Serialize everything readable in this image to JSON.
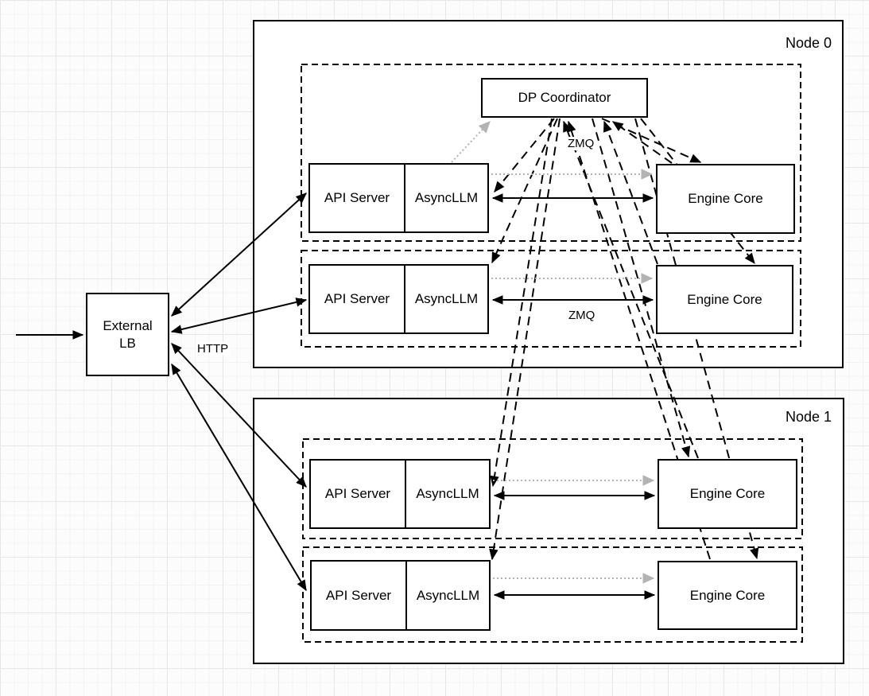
{
  "diagram": {
    "external_lb": {
      "line1": "External",
      "line2": "LB"
    },
    "dp_coordinator": {
      "label": "DP Coordinator"
    },
    "node0": {
      "label": "Node 0",
      "rows": [
        {
          "api_server": "API Server",
          "asyncllm": "AsyncLLM",
          "engine_core": "Engine Core"
        },
        {
          "api_server": "API Server",
          "asyncllm": "AsyncLLM",
          "engine_core": "Engine Core"
        }
      ]
    },
    "node1": {
      "label": "Node 1",
      "rows": [
        {
          "api_server": "API Server",
          "asyncllm": "AsyncLLM",
          "engine_core": "Engine Core"
        },
        {
          "api_server": "API Server",
          "asyncllm": "AsyncLLM",
          "engine_core": "Engine Core"
        }
      ]
    },
    "edge_labels": {
      "http": "HTTP",
      "zmq_coordinator": "ZMQ",
      "zmq_engine": "ZMQ"
    },
    "colors": {
      "line_black": "#000000",
      "line_dotted_gray": "#b3b3b3",
      "box_border": "#000000",
      "box_fill": "#ffffff"
    },
    "connections": [
      {
        "from": "inbound-traffic",
        "to": "external-lb",
        "style": "solid-arrow"
      },
      {
        "from": "external-lb",
        "to": "node0-row0-api-server",
        "style": "solid-bidirectional",
        "label": "HTTP"
      },
      {
        "from": "external-lb",
        "to": "node0-row1-api-server",
        "style": "solid-bidirectional",
        "label": "HTTP"
      },
      {
        "from": "external-lb",
        "to": "node1-row0-api-server",
        "style": "solid-bidirectional",
        "label": "HTTP"
      },
      {
        "from": "external-lb",
        "to": "node1-row1-api-server",
        "style": "solid-bidirectional",
        "label": "HTTP"
      },
      {
        "from": "node0-row0-asyncllm",
        "to": "node0-row0-engine-core",
        "style": "solid-bidirectional",
        "label": "ZMQ"
      },
      {
        "from": "node0-row1-asyncllm",
        "to": "node0-row1-engine-core",
        "style": "solid-bidirectional",
        "label": "ZMQ"
      },
      {
        "from": "node1-row0-asyncllm",
        "to": "node1-row0-engine-core",
        "style": "solid-bidirectional",
        "label": "ZMQ"
      },
      {
        "from": "node1-row1-asyncllm",
        "to": "node1-row1-engine-core",
        "style": "solid-bidirectional",
        "label": "ZMQ"
      },
      {
        "from": "node0-row0-asyncllm",
        "to": "dp-coordinator",
        "style": "dotted-gray"
      },
      {
        "from": "node0-row0-asyncllm",
        "to": "node0-row0-engine-core",
        "style": "dotted-gray"
      },
      {
        "from": "node0-row1-asyncllm",
        "to": "node0-row1-engine-core",
        "style": "dotted-gray"
      },
      {
        "from": "node1-row0-asyncllm",
        "to": "node1-row0-engine-core",
        "style": "dotted-gray"
      },
      {
        "from": "node1-row1-asyncllm",
        "to": "node1-row1-engine-core",
        "style": "dotted-gray"
      },
      {
        "from": "node0-row0-engine-core",
        "to": "dp-coordinator",
        "style": "dashed",
        "label": "ZMQ"
      },
      {
        "from": "node0-row1-engine-core",
        "to": "dp-coordinator",
        "style": "dashed",
        "label": "ZMQ"
      },
      {
        "from": "node1-row0-engine-core",
        "to": "dp-coordinator",
        "style": "dashed",
        "label": "ZMQ"
      },
      {
        "from": "node1-row1-engine-core",
        "to": "dp-coordinator",
        "style": "dashed",
        "label": "ZMQ"
      },
      {
        "from": "dp-coordinator",
        "to": "node0-row0-engine-core",
        "style": "dashed"
      },
      {
        "from": "dp-coordinator",
        "to": "node0-row1-engine-core",
        "style": "dashed"
      },
      {
        "from": "dp-coordinator",
        "to": "node1-row0-engine-core",
        "style": "dashed"
      },
      {
        "from": "dp-coordinator",
        "to": "node1-row1-engine-core",
        "style": "dashed"
      },
      {
        "from": "dp-coordinator",
        "to": "node0-row0-asyncllm",
        "style": "dashed"
      },
      {
        "from": "dp-coordinator",
        "to": "node0-row1-asyncllm",
        "style": "dashed"
      },
      {
        "from": "dp-coordinator",
        "to": "node1-row0-asyncllm",
        "style": "dashed"
      },
      {
        "from": "dp-coordinator",
        "to": "node1-row1-asyncllm",
        "style": "dashed"
      }
    ]
  }
}
